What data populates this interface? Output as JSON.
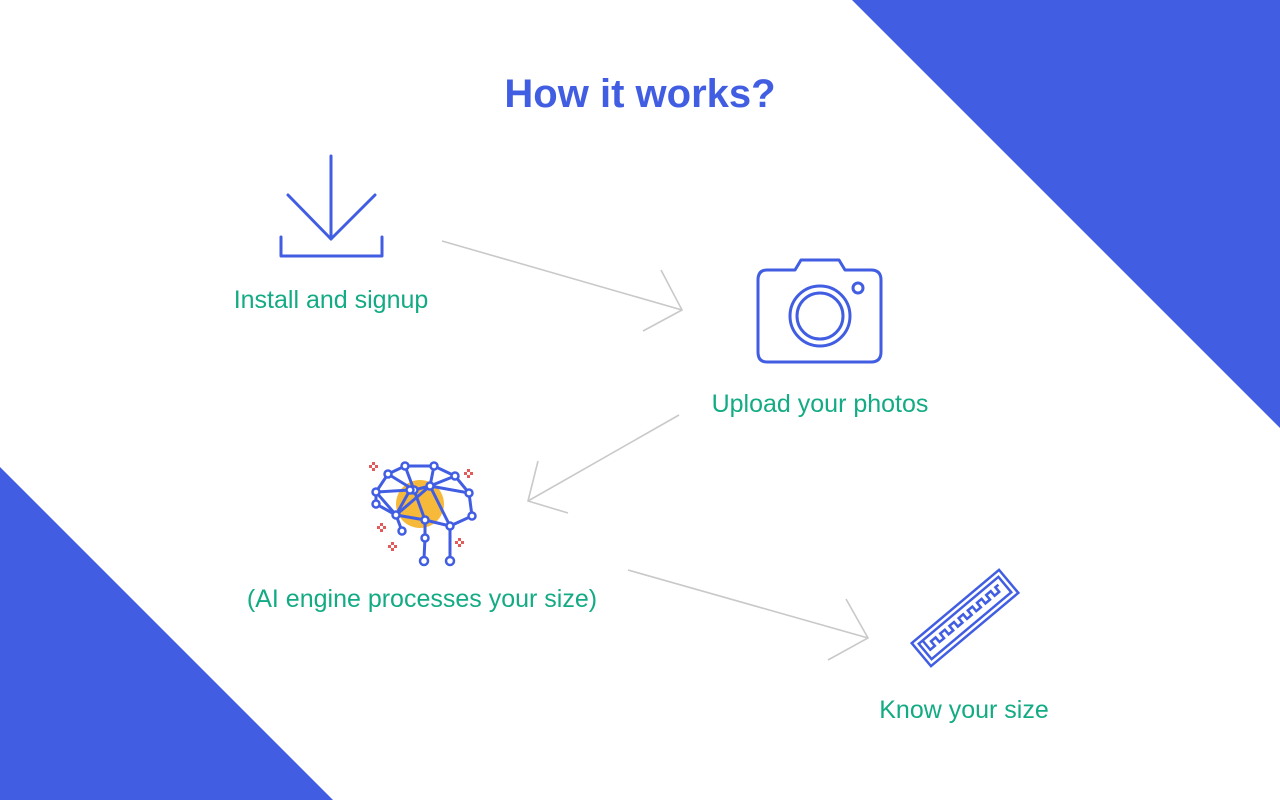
{
  "title": "How it works?",
  "colors": {
    "accent": "#415ee3",
    "label": "#13ab84",
    "arrow": "#c9c9c9",
    "brain_highlight": "#f7b93a",
    "sparkle": "#e25b5b"
  },
  "steps": [
    {
      "label": "Install and signup",
      "icon": "download-icon"
    },
    {
      "label": "Upload your photos",
      "icon": "camera-icon"
    },
    {
      "label": "(AI engine processes your size)",
      "icon": "ai-brain-icon"
    },
    {
      "label": "Know your size",
      "icon": "measuring-tape-icon"
    }
  ]
}
